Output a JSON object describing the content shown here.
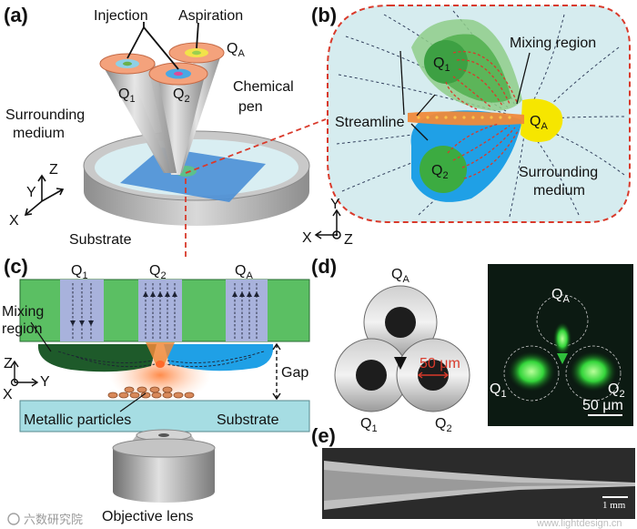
{
  "panels": {
    "a": {
      "letter": "(a)",
      "injection": "Injection",
      "aspiration": "Aspiration",
      "q_a": "Q",
      "q_a_sub": "A",
      "q_1": "Q",
      "q_1_sub": "1",
      "q_2": "Q",
      "q_2_sub": "2",
      "chemical": "Chemical",
      "pen": "pen",
      "surrounding": "Surrounding",
      "medium": "medium",
      "substrate": "Substrate",
      "axis_z": "Z",
      "axis_y": "Y",
      "axis_x": "X"
    },
    "b": {
      "letter": "(b)",
      "mixing_region": "Mixing region",
      "streamline": "Streamline",
      "q_1": "Q",
      "q_1_sub": "1",
      "q_2": "Q",
      "q_2_sub": "2",
      "q_a": "Q",
      "q_a_sub": "A",
      "surrounding": "Surrounding",
      "medium": "medium",
      "axis_y": "Y",
      "axis_x": "X",
      "axis_z": "Z"
    },
    "c": {
      "letter": "(c)",
      "q_1": "Q",
      "q_1_sub": "1",
      "q_2": "Q",
      "q_2_sub": "2",
      "q_a": "Q",
      "q_a_sub": "A",
      "mixing": "Mixing",
      "region": "region",
      "gap": "Gap",
      "metallic_particles": "Metallic particles",
      "substrate": "Substrate",
      "objective_lens": "Objective lens",
      "axis_z": "Z",
      "axis_y": "Y",
      "axis_x": "X"
    },
    "d": {
      "letter": "(d)",
      "q_a": "Q",
      "q_a_sub": "A",
      "q_1": "Q",
      "q_1_sub": "1",
      "q_2": "Q",
      "q_2_sub": "2",
      "scale_inner": "50 μm",
      "fl_q_a": "Q",
      "fl_q_a_sub": "A",
      "fl_q_1": "Q",
      "fl_q_1_sub": "1",
      "fl_q_2": "Q",
      "fl_q_2_sub": "2",
      "scale_fl": "50 μm"
    },
    "e": {
      "letter": "(e)",
      "scale": "1 mm"
    }
  },
  "watermark": {
    "text": "六数研究院",
    "site": "www.lightdesign.cn"
  },
  "colors": {
    "green_flow": "#3bb24a",
    "blue_flow": "#1fa0e6",
    "yellow_flow": "#f6e600",
    "mixing_orange": "#f08a3a",
    "dashed_red": "#d93a2b",
    "substrate_blue": "#4a8fd6",
    "panel_b_bg": "#d6ecef",
    "channel_green": "#5bbf63",
    "channel_lavender": "#a8b2dc",
    "bottom_substrate": "#a6dde3"
  }
}
